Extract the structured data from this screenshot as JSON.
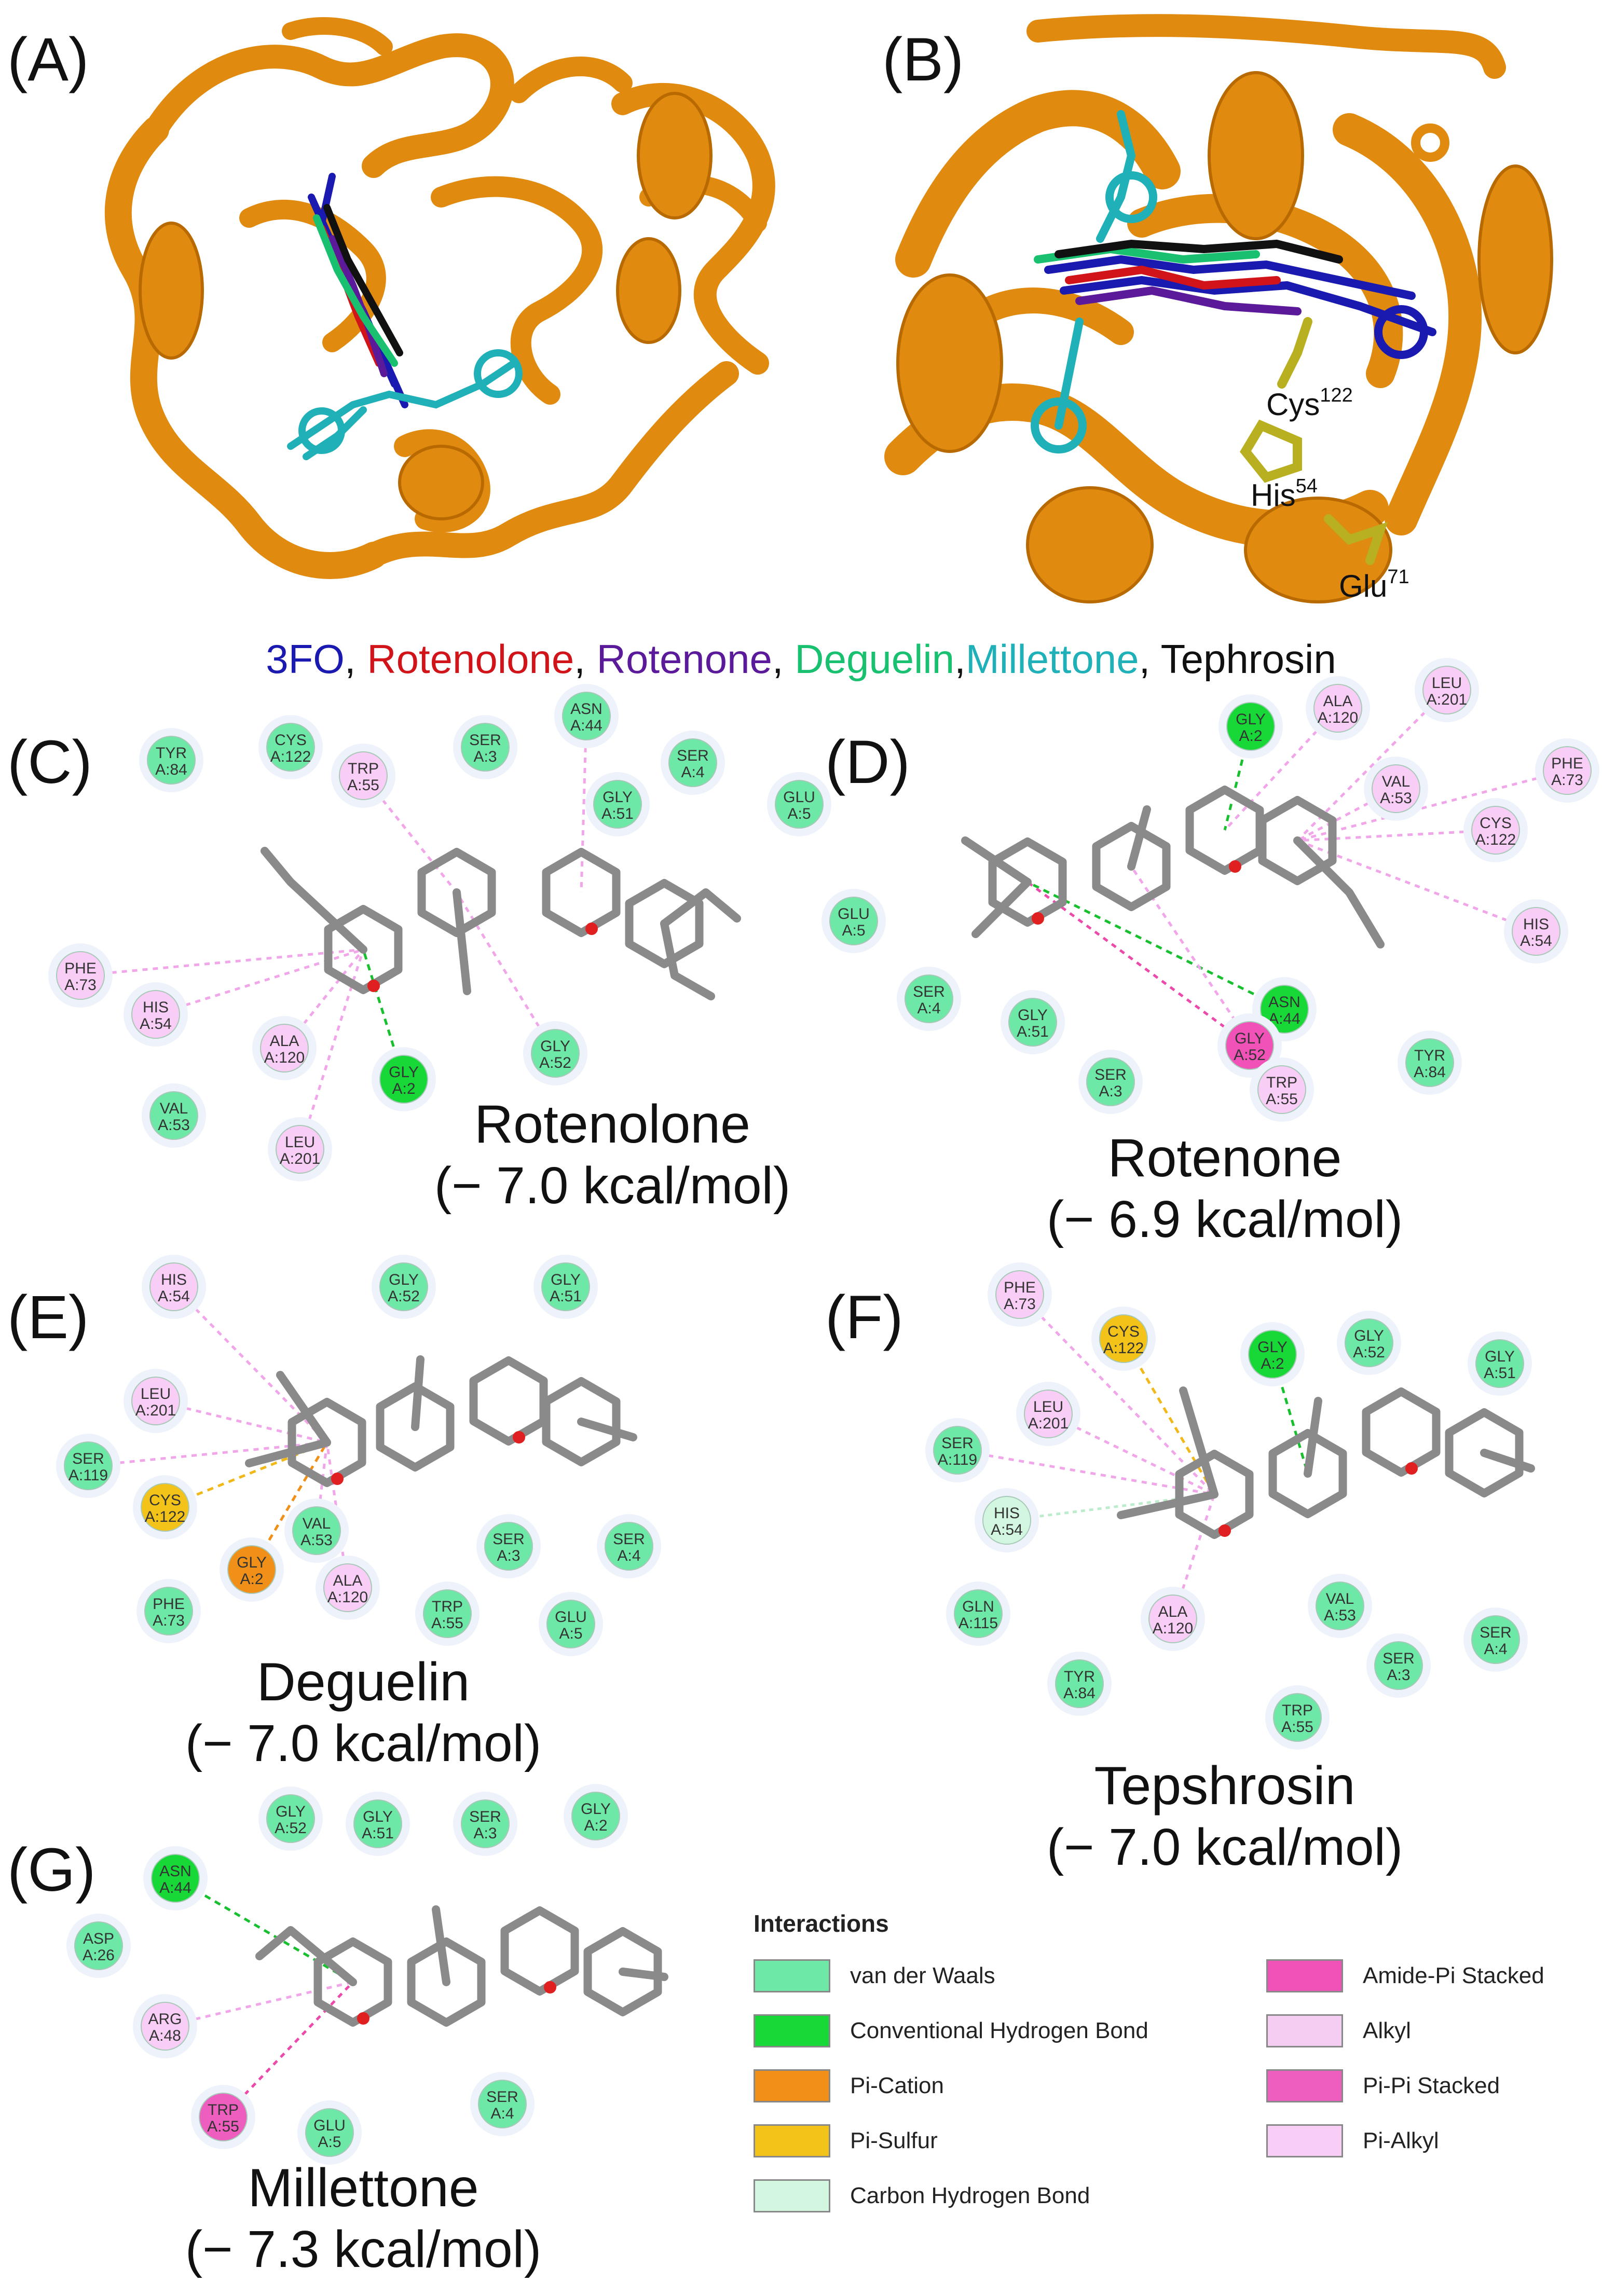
{
  "panels": {
    "A": "(A)",
    "B": "(B)",
    "C": "(C)",
    "D": "(D)",
    "E": "(E)",
    "F": "(F)",
    "G": "(G)"
  },
  "structure_B_residues": [
    {
      "name": "Cys",
      "num": "122"
    },
    {
      "name": "His",
      "num": "54"
    },
    {
      "name": "Glu",
      "num": "71"
    }
  ],
  "ligand_legend": [
    {
      "text": "3FO",
      "color": "#1a1ab0"
    },
    {
      "text": ", ",
      "color": "#111111"
    },
    {
      "text": "Rotenolone",
      "color": "#d0141a"
    },
    {
      "text": ", ",
      "color": "#111111"
    },
    {
      "text": "Rotenone",
      "color": "#5a1a9a"
    },
    {
      "text": ", ",
      "color": "#111111"
    },
    {
      "text": "Deguelin",
      "color": "#18c070"
    },
    {
      "text": ",",
      "color": "#111111"
    },
    {
      "text": "Millettone",
      "color": "#20b0b8"
    },
    {
      "text": ", ",
      "color": "#111111"
    },
    {
      "text": "Tephrosin",
      "color": "#111111"
    }
  ],
  "ligand_colors": {
    "3FO": "#1a1ab0",
    "Rotenolone": "#d0141a",
    "Rotenone": "#5a1a9a",
    "Deguelin": "#18c070",
    "Millettone": "#20b0b8",
    "Tephrosin": "#111111"
  },
  "protein_color": "#e08a10",
  "residue_color": "#b8b020",
  "interaction_colors": {
    "vdw": "#6de8a6",
    "hbond": "#18d838",
    "picat": "#f09018",
    "pisulf": "#f3c31a",
    "chb": "#d2f6e0",
    "amidepi": "#f052b8",
    "alkyl": "#f6cdf2",
    "pipi": "#ee5ebe",
    "pialkyl": "#f8cef6"
  },
  "molecules": {
    "C": {
      "name": "Rotenolone",
      "energy": "(− 7.0 kcal/mol)"
    },
    "D": {
      "name": "Rotenone",
      "energy": "(− 6.9 kcal/mol)"
    },
    "E": {
      "name": "Deguelin",
      "energy": "(− 7.0 kcal/mol)"
    },
    "F": {
      "name": "Tepshrosin",
      "energy": "(− 7.0 kcal/mol)"
    },
    "G": {
      "name": "Millettone",
      "energy": "(− 7.3 kcal/mol)"
    }
  },
  "residues": {
    "C": [
      {
        "l1": "TYR",
        "l2": "A:84",
        "type": "vdw"
      },
      {
        "l1": "CYS",
        "l2": "A:122",
        "type": "vdw"
      },
      {
        "l1": "SER",
        "l2": "A:3",
        "type": "vdw"
      },
      {
        "l1": "ASN",
        "l2": "A:44",
        "type": "vdw"
      },
      {
        "l1": "SER",
        "l2": "A:4",
        "type": "vdw"
      },
      {
        "l1": "GLU",
        "l2": "A:5",
        "type": "vdw"
      },
      {
        "l1": "TRP",
        "l2": "A:55",
        "type": "pialkyl"
      },
      {
        "l1": "GLY",
        "l2": "A:51",
        "type": "vdw"
      },
      {
        "l1": "PHE",
        "l2": "A:73",
        "type": "pialkyl"
      },
      {
        "l1": "HIS",
        "l2": "A:54",
        "type": "pialkyl"
      },
      {
        "l1": "ALA",
        "l2": "A:120",
        "type": "pialkyl"
      },
      {
        "l1": "GLY",
        "l2": "A:2",
        "type": "hbond"
      },
      {
        "l1": "GLY",
        "l2": "A:52",
        "type": "vdw"
      },
      {
        "l1": "VAL",
        "l2": "A:53",
        "type": "vdw"
      },
      {
        "l1": "LEU",
        "l2": "A:201",
        "type": "pialkyl"
      }
    ],
    "D": [
      {
        "l1": "GLY",
        "l2": "A:2",
        "type": "hbond"
      },
      {
        "l1": "ALA",
        "l2": "A:120",
        "type": "pialkyl"
      },
      {
        "l1": "LEU",
        "l2": "A:201",
        "type": "pialkyl"
      },
      {
        "l1": "PHE",
        "l2": "A:73",
        "type": "pialkyl"
      },
      {
        "l1": "VAL",
        "l2": "A:53",
        "type": "pialkyl"
      },
      {
        "l1": "CYS",
        "l2": "A:122",
        "type": "pialkyl"
      },
      {
        "l1": "HIS",
        "l2": "A:54",
        "type": "pialkyl"
      },
      {
        "l1": "GLU",
        "l2": "A:5",
        "type": "vdw"
      },
      {
        "l1": "SER",
        "l2": "A:4",
        "type": "vdw"
      },
      {
        "l1": "GLY",
        "l2": "A:51",
        "type": "vdw"
      },
      {
        "l1": "ASN",
        "l2": "A:44",
        "type": "hbond"
      },
      {
        "l1": "GLY",
        "l2": "A:52",
        "type": "amidepi"
      },
      {
        "l1": "SER",
        "l2": "A:3",
        "type": "vdw"
      },
      {
        "l1": "TRP",
        "l2": "A:55",
        "type": "pialkyl"
      },
      {
        "l1": "TYR",
        "l2": "A:84",
        "type": "vdw"
      }
    ],
    "E": [
      {
        "l1": "HIS",
        "l2": "A:54",
        "type": "pialkyl"
      },
      {
        "l1": "GLY",
        "l2": "A:52",
        "type": "vdw"
      },
      {
        "l1": "GLY",
        "l2": "A:51",
        "type": "vdw"
      },
      {
        "l1": "LEU",
        "l2": "A:201",
        "type": "pialkyl"
      },
      {
        "l1": "SER",
        "l2": "A:119",
        "type": "vdw"
      },
      {
        "l1": "CYS",
        "l2": "A:122",
        "type": "pisulf"
      },
      {
        "l1": "VAL",
        "l2": "A:53",
        "type": "vdw"
      },
      {
        "l1": "GLY",
        "l2": "A:2",
        "type": "picat"
      },
      {
        "l1": "SER",
        "l2": "A:3",
        "type": "vdw"
      },
      {
        "l1": "SER",
        "l2": "A:4",
        "type": "vdw"
      },
      {
        "l1": "ALA",
        "l2": "A:120",
        "type": "pialkyl"
      },
      {
        "l1": "PHE",
        "l2": "A:73",
        "type": "vdw"
      },
      {
        "l1": "TRP",
        "l2": "A:55",
        "type": "vdw"
      },
      {
        "l1": "GLU",
        "l2": "A:5",
        "type": "vdw"
      }
    ],
    "F": [
      {
        "l1": "PHE",
        "l2": "A:73",
        "type": "pialkyl"
      },
      {
        "l1": "CYS",
        "l2": "A:122",
        "type": "pisulf"
      },
      {
        "l1": "GLY",
        "l2": "A:2",
        "type": "hbond"
      },
      {
        "l1": "GLY",
        "l2": "A:52",
        "type": "vdw"
      },
      {
        "l1": "GLY",
        "l2": "A:51",
        "type": "vdw"
      },
      {
        "l1": "LEU",
        "l2": "A:201",
        "type": "pialkyl"
      },
      {
        "l1": "SER",
        "l2": "A:119",
        "type": "vdw"
      },
      {
        "l1": "HIS",
        "l2": "A:54",
        "type": "chb"
      },
      {
        "l1": "GLN",
        "l2": "A:115",
        "type": "vdw"
      },
      {
        "l1": "ALA",
        "l2": "A:120",
        "type": "pialkyl"
      },
      {
        "l1": "VAL",
        "l2": "A:53",
        "type": "vdw"
      },
      {
        "l1": "SER",
        "l2": "A:3",
        "type": "vdw"
      },
      {
        "l1": "SER",
        "l2": "A:4",
        "type": "vdw"
      },
      {
        "l1": "TYR",
        "l2": "A:84",
        "type": "vdw"
      },
      {
        "l1": "TRP",
        "l2": "A:55",
        "type": "vdw"
      }
    ],
    "G": [
      {
        "l1": "GLY",
        "l2": "A:52",
        "type": "vdw"
      },
      {
        "l1": "GLY",
        "l2": "A:51",
        "type": "vdw"
      },
      {
        "l1": "SER",
        "l2": "A:3",
        "type": "vdw"
      },
      {
        "l1": "GLY",
        "l2": "A:2",
        "type": "vdw"
      },
      {
        "l1": "ASN",
        "l2": "A:44",
        "type": "hbond"
      },
      {
        "l1": "ASP",
        "l2": "A:26",
        "type": "vdw"
      },
      {
        "l1": "ARG",
        "l2": "A:48",
        "type": "pialkyl"
      },
      {
        "l1": "TRP",
        "l2": "A:55",
        "type": "pipi"
      },
      {
        "l1": "GLU",
        "l2": "A:5",
        "type": "vdw"
      },
      {
        "l1": "SER",
        "l2": "A:4",
        "type": "vdw"
      }
    ]
  },
  "legend": {
    "title": "Interactions",
    "items": [
      {
        "label": "van der Waals",
        "color": "#6de8a6"
      },
      {
        "label": "Conventional Hydrogen Bond",
        "color": "#18d838"
      },
      {
        "label": "Pi-Cation",
        "color": "#f09018"
      },
      {
        "label": "Pi-Sulfur",
        "color": "#f3c31a"
      },
      {
        "label": "Carbon Hydrogen Bond",
        "color": "#d2f6e0"
      },
      {
        "label": "Amide-Pi Stacked",
        "color": "#f052b8"
      },
      {
        "label": "Alkyl",
        "color": "#f6cdf2"
      },
      {
        "label": "Pi-Pi Stacked",
        "color": "#ee5ebe"
      },
      {
        "label": "Pi-Alkyl",
        "color": "#f8cef6"
      }
    ]
  }
}
